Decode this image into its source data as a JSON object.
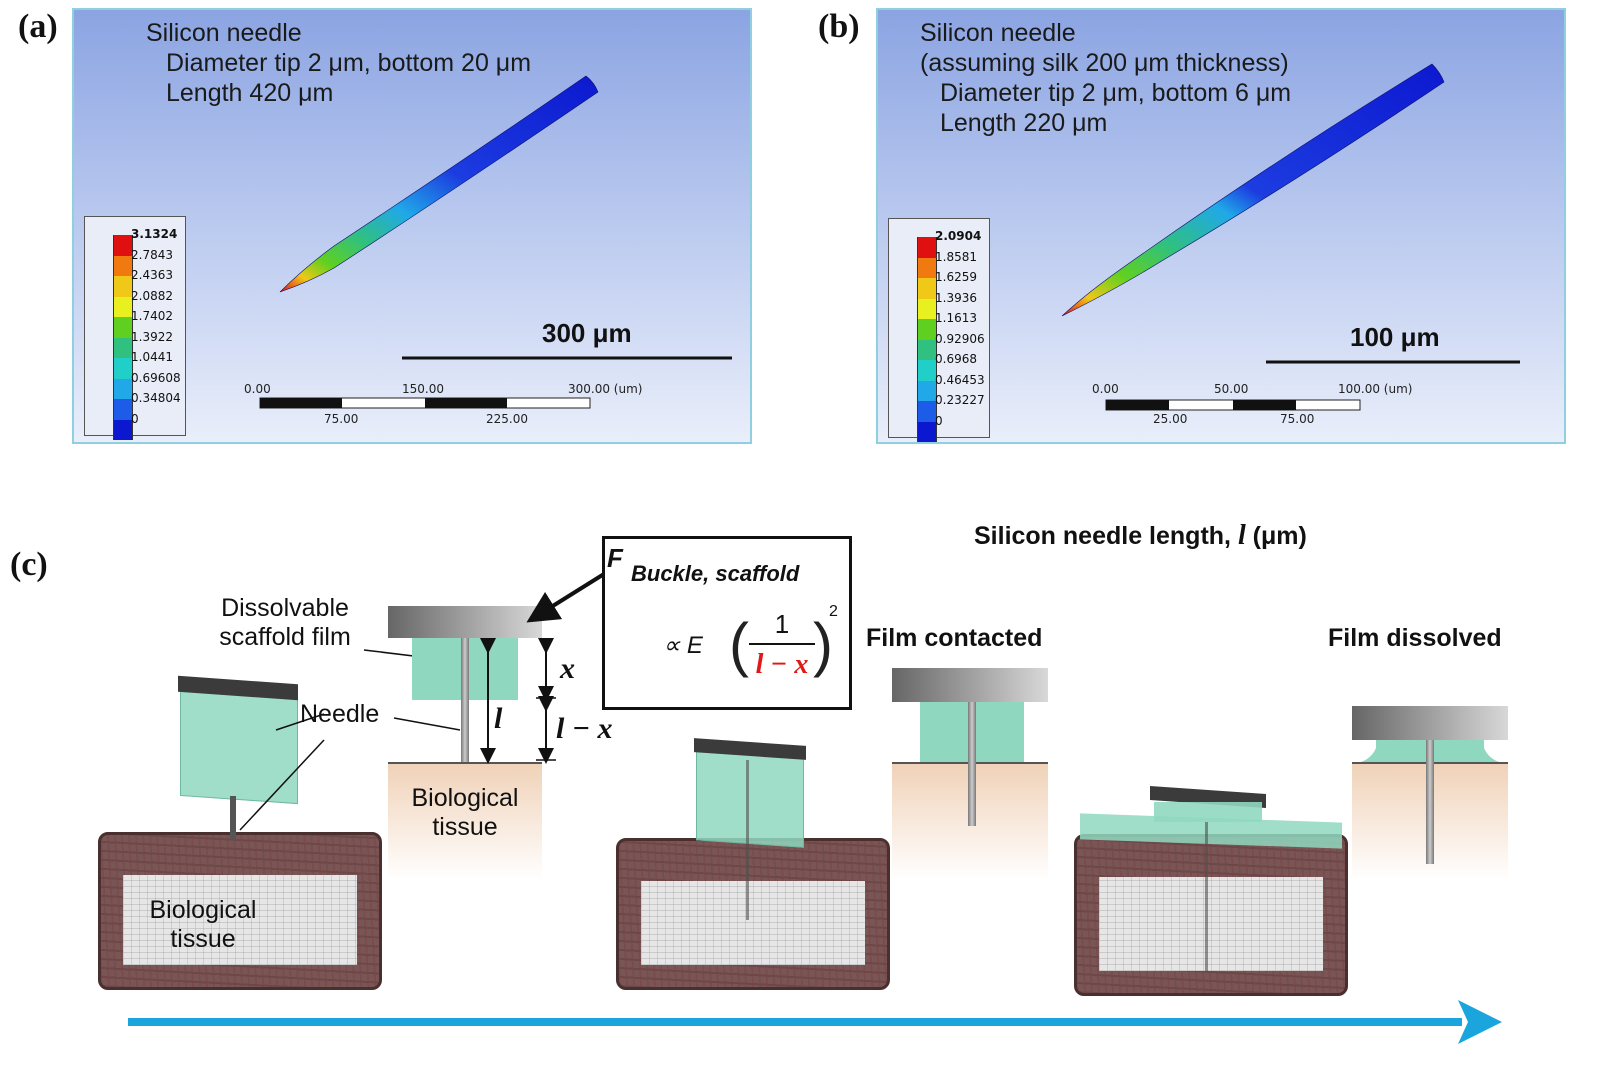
{
  "panel_a": {
    "letter": "(a)",
    "line1": "Silicon needle",
    "line2": "Diameter  tip 2 μm, bottom 20 μm",
    "line3": "Length 420 μm",
    "legend": [
      "3.1324",
      "2.7843",
      "2.4363",
      "2.0882",
      "1.7402",
      "1.3922",
      "1.0441",
      "0.69608",
      "0.34804",
      "0"
    ],
    "scale_label": "300 μm",
    "ticks_top": [
      "0.00",
      "150.00",
      "300.00 (um)"
    ],
    "ticks_bottom": [
      "75.00",
      "225.00"
    ]
  },
  "panel_b": {
    "letter": "(b)",
    "line1": "Silicon needle",
    "line2": "(assuming silk 200 μm thickness)",
    "line3": "Diameter  tip 2 μm, bottom 6 μm",
    "line4": "Length 220 μm",
    "legend": [
      "2.0904",
      "1.8581",
      "1.6259",
      "1.3936",
      "1.1613",
      "0.92906",
      "0.6968",
      "0.46453",
      "0.23227",
      "0"
    ],
    "scale_label": "100 μm",
    "ticks_top": [
      "0.00",
      "50.00",
      "100.00 (um)"
    ],
    "ticks_bottom": [
      "25.00",
      "75.00"
    ]
  },
  "legend_colors": [
    "#e01010",
    "#f07a10",
    "#f0c818",
    "#e8f020",
    "#60d020",
    "#30c080",
    "#20d0c8",
    "#20a8e8",
    "#1c5ce8",
    "#0c18d0"
  ],
  "panel_c": {
    "letter": "(c)",
    "axis_title": "Silicon needle length, ",
    "axis_var": "l",
    "axis_unit": " (μm)",
    "label_film": "Dissolvable\nscaffold film",
    "label_needle": "Needle",
    "label_tissue_3d": "Biological\ntissue",
    "label_tissue_2d": "Biological\ntissue",
    "label_x": "x",
    "label_l": "l",
    "label_lx": "l − x",
    "formula_F": "F",
    "formula_sub": "Buckle, scaffold",
    "formula_prop": "∝ E",
    "formula_num": "1",
    "formula_den": "l − x",
    "formula_exp": "2",
    "label_contacted": "Film contacted",
    "label_dissolved": "Film dissolved",
    "arrow_color": "#1aa6dc",
    "film_color": "#8fd8bf"
  }
}
